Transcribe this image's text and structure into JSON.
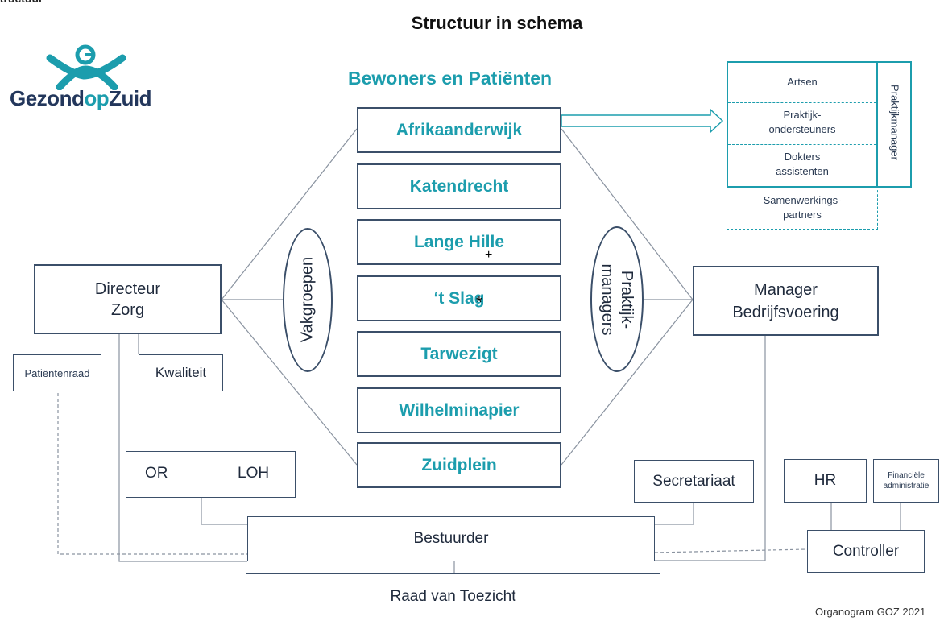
{
  "cut_text": "structuur",
  "title": "Structuur in schema",
  "logo": {
    "text_a": "Gezond",
    "text_b": "op",
    "text_c": "Zuid",
    "accent": "#1c9dad",
    "dark": "#23375c"
  },
  "heading": "Bewoners en Patiënten",
  "neighbourhoods": [
    "Afrikaanderwijk",
    "Katendrecht",
    "Lange Hille",
    "‘t Slag",
    "Tarwezigt",
    "Wilhelminapier",
    "Zuidplein"
  ],
  "marks": {
    "plus": "+",
    "star": "*"
  },
  "vakgroepen": "Vakgroepen",
  "praktijkmanagers": {
    "line1": "Praktijk-",
    "line2": "managers"
  },
  "directeur": {
    "line1": "Directeur",
    "line2": "Zorg"
  },
  "manager": {
    "line1": "Manager",
    "line2": "Bedrijfsvoering"
  },
  "team": {
    "artsen": "Artsen",
    "poh_line1": "Praktijk-",
    "poh_line2": "ondersteuners",
    "da_line1": "Dokters",
    "da_line2": "assistenten",
    "sp_line1": "Samenwerkings-",
    "sp_line2": "partners",
    "praktijkmanager": "Praktijkmanager"
  },
  "patientenraad": "Patiëntenraad",
  "kwaliteit": "Kwaliteit",
  "or": "OR",
  "loh": "LOH",
  "secretariaat": "Secretariaat",
  "hr": "HR",
  "financiele_line1": "Financiële",
  "financiele_line2": "administratie",
  "bestuurder": "Bestuurder",
  "controller": "Controller",
  "raad": "Raad van Toezicht",
  "footer": "Organogram GOZ 2021",
  "colors": {
    "accent": "#1c9dad",
    "border": "#3b4f69",
    "line": "#8a93a0"
  }
}
